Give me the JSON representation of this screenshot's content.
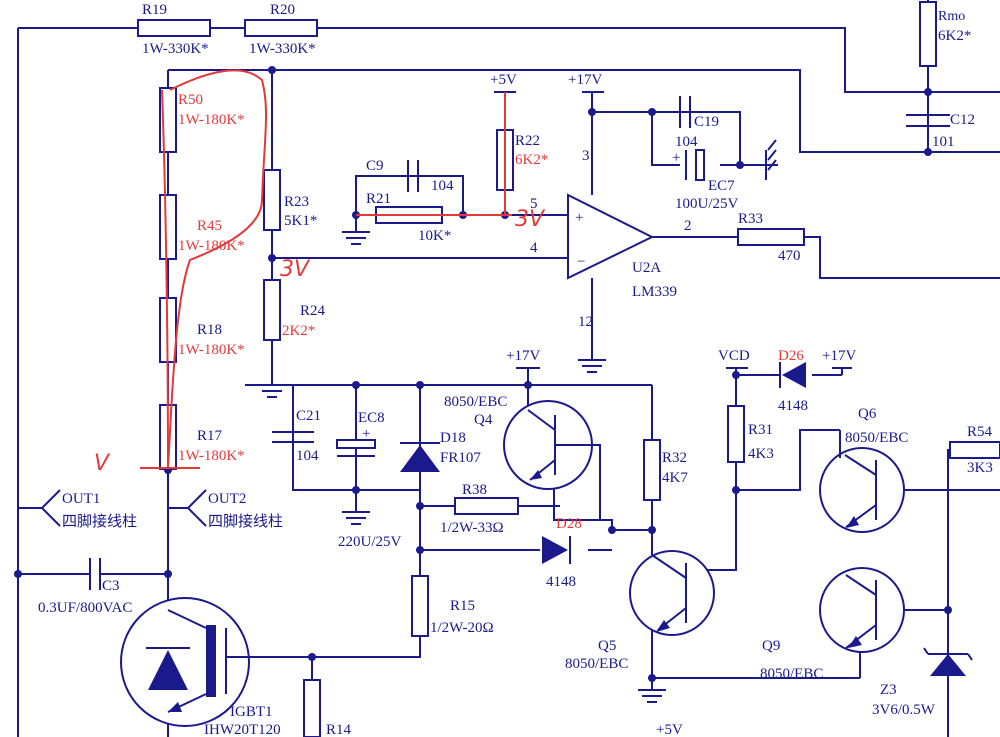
{
  "colors": {
    "wire": "#1a1a8c",
    "annotation": "#e23a3a",
    "background": "#ffffff"
  },
  "resistors": [
    {
      "ref": "R19",
      "value": "1W-330K*"
    },
    {
      "ref": "R20",
      "value": "1W-330K*"
    },
    {
      "ref": "Rmo",
      "value": "6K2*"
    },
    {
      "ref": "R50",
      "value": "1W-180K*"
    },
    {
      "ref": "R45",
      "value": "1W-180K*"
    },
    {
      "ref": "R18",
      "value": "1W-180K*"
    },
    {
      "ref": "R17",
      "value": "1W-180K*"
    },
    {
      "ref": "R23",
      "value": "5K1*"
    },
    {
      "ref": "R24",
      "value": "2K2*"
    },
    {
      "ref": "R21",
      "value": "10K*"
    },
    {
      "ref": "R22",
      "value": "6K2*"
    },
    {
      "ref": "R33",
      "value": "470"
    },
    {
      "ref": "R38",
      "value": "1/2W-33Ω"
    },
    {
      "ref": "R32",
      "value": "4K7"
    },
    {
      "ref": "R31",
      "value": "4K3"
    },
    {
      "ref": "R54",
      "value": "3K3"
    },
    {
      "ref": "R15",
      "value": "1/2W-20Ω"
    },
    {
      "ref": "R14",
      "value": ""
    }
  ],
  "capacitors": [
    {
      "ref": "C9",
      "value": "104"
    },
    {
      "ref": "C19",
      "value": "104"
    },
    {
      "ref": "EC7",
      "value": "100U/25V"
    },
    {
      "ref": "C12",
      "value": "101"
    },
    {
      "ref": "C21",
      "value": "104"
    },
    {
      "ref": "EC8",
      "value": "220U/25V"
    },
    {
      "ref": "C3",
      "value": "0.3UF/800VAC"
    }
  ],
  "opamp": {
    "ref": "U2A",
    "part": "LM339",
    "pins": {
      "vcc": "3",
      "plus": "5",
      "minus": "4",
      "out": "2",
      "gnd": "12"
    }
  },
  "transistors": [
    {
      "ref": "Q4",
      "type": "8050/EBC"
    },
    {
      "ref": "Q5",
      "type": "8050/EBC"
    },
    {
      "ref": "Q6",
      "type": "8050/EBC"
    },
    {
      "ref": "Q9",
      "type": "8050/EBC"
    }
  ],
  "diodes": [
    {
      "ref": "D18",
      "value": "FR107"
    },
    {
      "ref": "D28",
      "value": "4148"
    },
    {
      "ref": "D26",
      "value": "4148"
    },
    {
      "ref": "Z3",
      "value": "3V6/0.5W"
    }
  ],
  "igbt": {
    "ref": "IGBT1",
    "part": "IHW20T120"
  },
  "terminals": [
    {
      "ref": "OUT1",
      "desc": "四脚接线柱"
    },
    {
      "ref": "OUT2",
      "desc": "四脚接线柱"
    }
  ],
  "rails": {
    "v5": "+5V",
    "v17": "+17V",
    "vcd": "VCD"
  },
  "annotations": {
    "node_3v_a": "3V",
    "node_3v_b": "3V",
    "v_mark": "V"
  }
}
